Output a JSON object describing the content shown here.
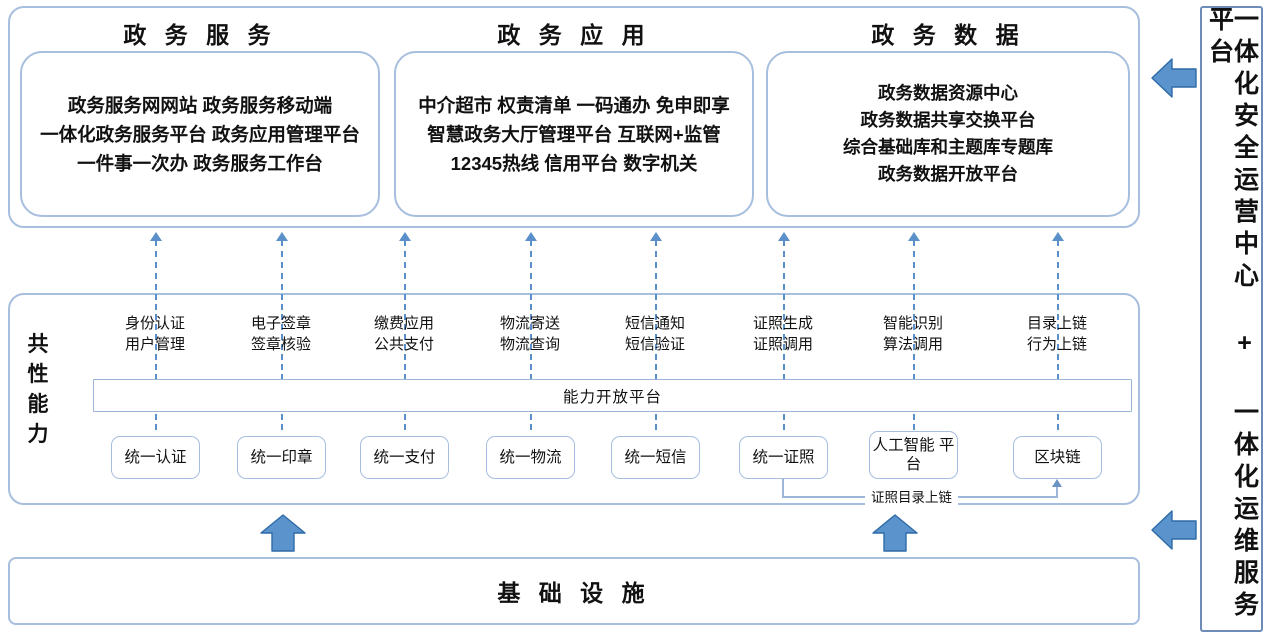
{
  "colors": {
    "border_blue": "#a7bede",
    "line_blue": "#9db5d8",
    "dash_blue": "#5b8fc9",
    "arrow_fill": "#5b93cd",
    "arrow_stroke": "#2e6ba8",
    "rail_border": "#6d8cb8",
    "text": "#111111",
    "background": "#ffffff"
  },
  "top_layer": {
    "pillars": [
      {
        "title": "政 务 服 务",
        "lines": [
          "政务服务网网站 政务服务移动端",
          "一体化政务服务平台 政务应用管理平台",
          "一件事一次办 政务服务工作台"
        ]
      },
      {
        "title": "政 务 应 用",
        "lines": [
          "中介超市 权责清单 一码通办 免申即享",
          "智慧政务大厅管理平台 互联网+监管",
          "12345热线 信用平台 数字机关"
        ]
      },
      {
        "title": "政 务 数 据",
        "lines": [
          "政务数据资源中心",
          "政务数据共享交换平台",
          "综合基础库和主题库专题库",
          "政务数据开放平台"
        ]
      }
    ]
  },
  "capability_layer": {
    "side_label_chars": [
      "共",
      "性",
      "能",
      "力"
    ],
    "open_platform_label": "能力开放平台",
    "columns": [
      {
        "head_lines": [
          "身份认证",
          "用户管理"
        ],
        "box_lines": [
          "统一认证"
        ]
      },
      {
        "head_lines": [
          "电子签章",
          "签章核验"
        ],
        "box_lines": [
          "统一印章"
        ]
      },
      {
        "head_lines": [
          "缴费应用",
          "公共支付"
        ],
        "box_lines": [
          "统一支付"
        ]
      },
      {
        "head_lines": [
          "物流寄送",
          "物流查询"
        ],
        "box_lines": [
          "统一物流"
        ]
      },
      {
        "head_lines": [
          "短信通知",
          "短信验证"
        ],
        "box_lines": [
          "统一短信"
        ]
      },
      {
        "head_lines": [
          "证照生成",
          "证照调用"
        ],
        "box_lines": [
          "统一证照"
        ]
      },
      {
        "head_lines": [
          "智能识别",
          "算法调用"
        ],
        "box_lines": [
          "人工智能",
          "平台"
        ]
      },
      {
        "head_lines": [
          "目录上链",
          "行为上链"
        ],
        "box_lines": [
          "区块链"
        ]
      }
    ],
    "connector_label": "证照目录上链"
  },
  "infra_layer": {
    "label": "基 础 设 施"
  },
  "right_rail": {
    "text": "一体化安全运营中心 + 一体化运维服务平台"
  },
  "icons": {
    "up_arrow": "up-arrow-icon",
    "left_arrow": "left-arrow-icon",
    "dashed_up_arrow": "dashed-up-arrow-icon"
  }
}
